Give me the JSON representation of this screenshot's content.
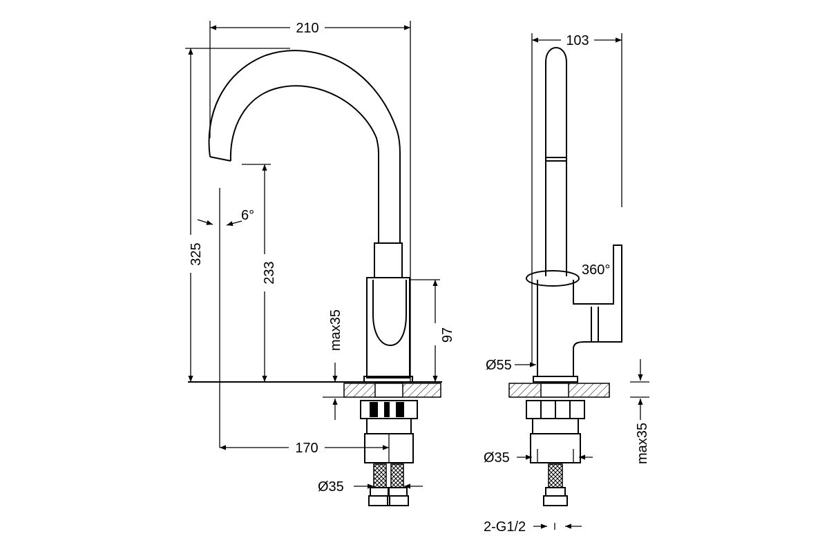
{
  "drawing": {
    "side_view": {
      "dim_width": "210",
      "dim_height_total": "325",
      "dim_spout_height": "233",
      "dim_angle": "6°",
      "dim_body_height": "97",
      "dim_max_thickness": "max35",
      "dim_reach": "170",
      "dim_hole_diameter": "Ø35"
    },
    "front_view": {
      "dim_width": "103",
      "dim_rotation": "360°",
      "dim_base_diameter": "Ø55",
      "dim_hole_diameter": "Ø35",
      "dim_max_thickness": "max35",
      "dim_connection": "2-G1/2"
    }
  },
  "colors": {
    "line": "#000000",
    "background": "#ffffff"
  }
}
